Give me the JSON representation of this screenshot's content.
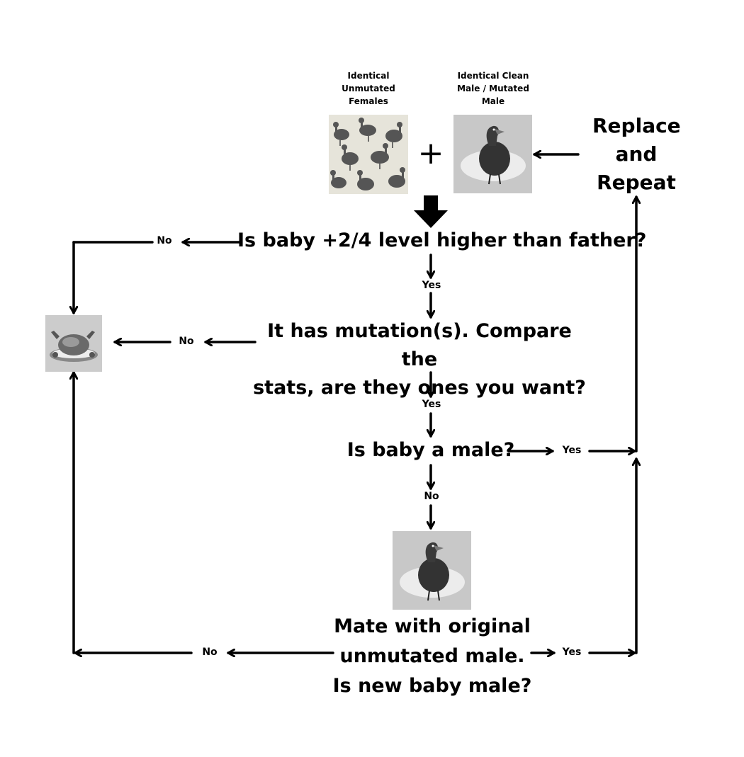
{
  "labels": {
    "females": "Identical Unmutated Females",
    "male": "Identical Clean Male / Mutated Male",
    "replace": "Replace and Repeat",
    "plus": "+"
  },
  "questions": {
    "q1": "Is baby +2/4 level higher than father?",
    "q2_line1": "It has mutation(s). Compare the",
    "q2_line2": "stats, are they ones you want?",
    "q3": "Is baby a male?",
    "q4_line1": "Mate with original",
    "q4_line2": "unmutated male.",
    "q4_line3": "Is new baby male?"
  },
  "edges": {
    "no1": "No",
    "yes1": "Yes",
    "no2": "No",
    "yes2": "Yes",
    "yes3": "Yes",
    "no3": "No",
    "no4": "No",
    "yes4": "Yes"
  },
  "images": {
    "females": "flock-of-birds-image",
    "male": "dodo-bird-image",
    "cooked": "roast-bird-platter-image",
    "baby": "dodo-bird-image"
  }
}
